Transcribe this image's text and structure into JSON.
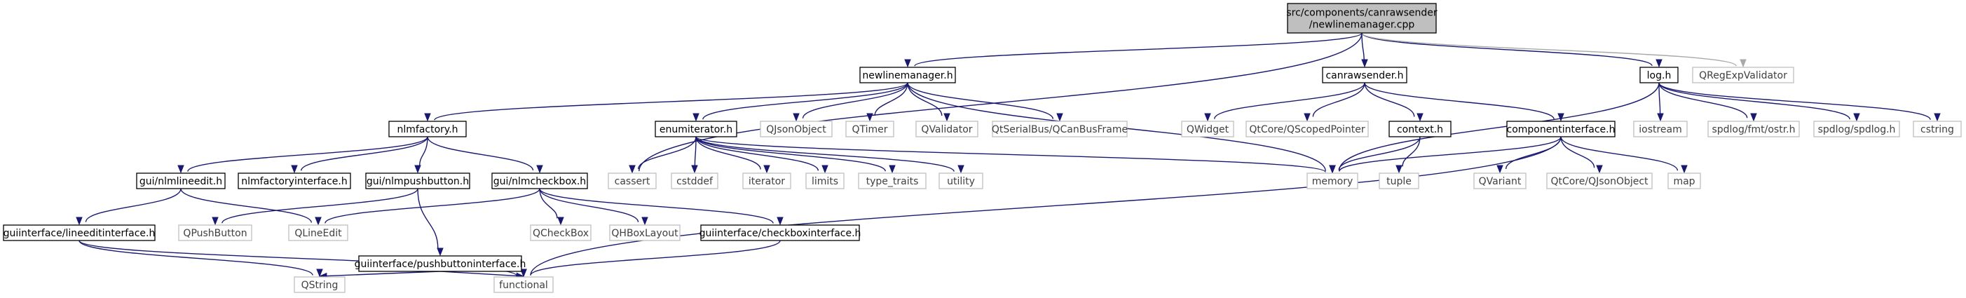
{
  "graph": {
    "nodes": [
      {
        "id": "root",
        "label": "src/components/canrawsender\n/newlinemanager.cpp",
        "kind": "root"
      },
      {
        "id": "newlinemanager_h",
        "label": "newlinemanager.h",
        "kind": "doc"
      },
      {
        "id": "canrawsender_h",
        "label": "canrawsender.h",
        "kind": "doc"
      },
      {
        "id": "log_h",
        "label": "log.h",
        "kind": "doc"
      },
      {
        "id": "QRegExpValidator",
        "label": "QRegExpValidator",
        "kind": "ext"
      },
      {
        "id": "nlmfactory_h",
        "label": "nlmfactory.h",
        "kind": "doc"
      },
      {
        "id": "enumiterator_h",
        "label": "enumiterator.h",
        "kind": "doc"
      },
      {
        "id": "QJsonObject",
        "label": "QJsonObject",
        "kind": "ext"
      },
      {
        "id": "QTimer",
        "label": "QTimer",
        "kind": "ext"
      },
      {
        "id": "QValidator",
        "label": "QValidator",
        "kind": "ext"
      },
      {
        "id": "QCanBusFrame",
        "label": "QtSerialBus/QCanBusFrame",
        "kind": "ext"
      },
      {
        "id": "QWidget",
        "label": "QWidget",
        "kind": "ext"
      },
      {
        "id": "QScopedPointer",
        "label": "QtCore/QScopedPointer",
        "kind": "ext"
      },
      {
        "id": "context_h",
        "label": "context.h",
        "kind": "doc"
      },
      {
        "id": "componentinterface_h",
        "label": "componentinterface.h",
        "kind": "doc"
      },
      {
        "id": "iostream",
        "label": "iostream",
        "kind": "ext"
      },
      {
        "id": "ostr_h",
        "label": "spdlog/fmt/ostr.h",
        "kind": "ext"
      },
      {
        "id": "spdlog_h",
        "label": "spdlog/spdlog.h",
        "kind": "ext"
      },
      {
        "id": "cstring",
        "label": "cstring",
        "kind": "ext"
      },
      {
        "id": "nlmlineedit_h",
        "label": "gui/nlmlineedit.h",
        "kind": "doc"
      },
      {
        "id": "nlmfactoryinterface_h",
        "label": "nlmfactoryinterface.h",
        "kind": "doc"
      },
      {
        "id": "nlmpushbutton_h",
        "label": "gui/nlmpushbutton.h",
        "kind": "doc"
      },
      {
        "id": "nlmcheckbox_h",
        "label": "gui/nlmcheckbox.h",
        "kind": "doc"
      },
      {
        "id": "cassert",
        "label": "cassert",
        "kind": "ext"
      },
      {
        "id": "cstddef",
        "label": "cstddef",
        "kind": "ext"
      },
      {
        "id": "iterator",
        "label": "iterator",
        "kind": "ext"
      },
      {
        "id": "limits",
        "label": "limits",
        "kind": "ext"
      },
      {
        "id": "type_traits",
        "label": "type_traits",
        "kind": "ext"
      },
      {
        "id": "utility",
        "label": "utility",
        "kind": "ext"
      },
      {
        "id": "memory",
        "label": "memory",
        "kind": "ext"
      },
      {
        "id": "tuple",
        "label": "tuple",
        "kind": "ext"
      },
      {
        "id": "QVariant",
        "label": "QVariant",
        "kind": "ext"
      },
      {
        "id": "QtCoreQJsonObject",
        "label": "QtCore/QJsonObject",
        "kind": "ext"
      },
      {
        "id": "map",
        "label": "map",
        "kind": "ext"
      },
      {
        "id": "lineeditinterface_h",
        "label": "guiinterface/lineeditinterface.h",
        "kind": "doc"
      },
      {
        "id": "QPushButton",
        "label": "QPushButton",
        "kind": "ext"
      },
      {
        "id": "QLineEdit",
        "label": "QLineEdit",
        "kind": "ext"
      },
      {
        "id": "pushbuttoninterface_h",
        "label": "guiinterface/pushbuttoninterface.h",
        "kind": "doc"
      },
      {
        "id": "QCheckBox",
        "label": "QCheckBox",
        "kind": "ext"
      },
      {
        "id": "QHBoxLayout",
        "label": "QHBoxLayout",
        "kind": "ext"
      },
      {
        "id": "checkboxinterface_h",
        "label": "guiinterface/checkboxinterface.h",
        "kind": "doc"
      },
      {
        "id": "QString",
        "label": "QString",
        "kind": "ext"
      },
      {
        "id": "functional",
        "label": "functional",
        "kind": "ext"
      }
    ],
    "edges": [
      [
        "root",
        "newlinemanager_h"
      ],
      [
        "root",
        "canrawsender_h"
      ],
      [
        "root",
        "log_h"
      ],
      [
        "root",
        "QRegExpValidator"
      ],
      [
        "root",
        "cassert"
      ],
      [
        "newlinemanager_h",
        "nlmfactory_h"
      ],
      [
        "newlinemanager_h",
        "enumiterator_h"
      ],
      [
        "newlinemanager_h",
        "QJsonObject"
      ],
      [
        "newlinemanager_h",
        "QTimer"
      ],
      [
        "newlinemanager_h",
        "QValidator"
      ],
      [
        "newlinemanager_h",
        "QCanBusFrame"
      ],
      [
        "newlinemanager_h",
        "memory"
      ],
      [
        "canrawsender_h",
        "QWidget"
      ],
      [
        "canrawsender_h",
        "QScopedPointer"
      ],
      [
        "canrawsender_h",
        "context_h"
      ],
      [
        "canrawsender_h",
        "componentinterface_h"
      ],
      [
        "log_h",
        "iostream"
      ],
      [
        "log_h",
        "ostr_h"
      ],
      [
        "log_h",
        "spdlog_h"
      ],
      [
        "log_h",
        "cstring"
      ],
      [
        "log_h",
        "memory"
      ],
      [
        "context_h",
        "memory"
      ],
      [
        "context_h",
        "tuple"
      ],
      [
        "componentinterface_h",
        "memory"
      ],
      [
        "componentinterface_h",
        "QVariant"
      ],
      [
        "componentinterface_h",
        "QtCoreQJsonObject"
      ],
      [
        "componentinterface_h",
        "map"
      ],
      [
        "componentinterface_h",
        "functional"
      ],
      [
        "nlmfactory_h",
        "nlmlineedit_h"
      ],
      [
        "nlmfactory_h",
        "nlmfactoryinterface_h"
      ],
      [
        "nlmfactory_h",
        "nlmpushbutton_h"
      ],
      [
        "nlmfactory_h",
        "nlmcheckbox_h"
      ],
      [
        "enumiterator_h",
        "cassert"
      ],
      [
        "enumiterator_h",
        "cstddef"
      ],
      [
        "enumiterator_h",
        "iterator"
      ],
      [
        "enumiterator_h",
        "limits"
      ],
      [
        "enumiterator_h",
        "type_traits"
      ],
      [
        "enumiterator_h",
        "utility"
      ],
      [
        "enumiterator_h",
        "memory"
      ],
      [
        "nlmlineedit_h",
        "lineeditinterface_h"
      ],
      [
        "nlmlineedit_h",
        "QLineEdit"
      ],
      [
        "nlmpushbutton_h",
        "QPushButton"
      ],
      [
        "nlmpushbutton_h",
        "pushbuttoninterface_h"
      ],
      [
        "nlmcheckbox_h",
        "QLineEdit"
      ],
      [
        "nlmcheckbox_h",
        "QCheckBox"
      ],
      [
        "nlmcheckbox_h",
        "QHBoxLayout"
      ],
      [
        "nlmcheckbox_h",
        "checkboxinterface_h"
      ],
      [
        "lineeditinterface_h",
        "QString"
      ],
      [
        "lineeditinterface_h",
        "functional"
      ],
      [
        "pushbuttoninterface_h",
        "QString"
      ],
      [
        "pushbuttoninterface_h",
        "functional"
      ],
      [
        "checkboxinterface_h",
        "functional"
      ]
    ],
    "grey_edges": [
      [
        "root",
        "QRegExpValidator"
      ]
    ]
  }
}
